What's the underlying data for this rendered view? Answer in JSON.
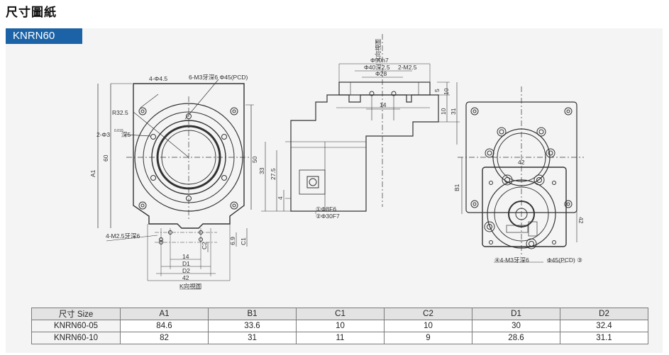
{
  "page": {
    "title": "尺寸圖紙"
  },
  "panel": {
    "model_tab": "KNRN60"
  },
  "drawing": {
    "front": {
      "hole_label": "4-Φ4.5",
      "thread_label": "6-M3牙深6 Φ45(PCD)",
      "radius_label": "R32.5",
      "pin_label": "2-Φ3",
      "pin_tol": "0.010",
      "pin_depth": "深5",
      "height_label": "60",
      "a1_label": "A1",
      "inner_label": "50",
      "bottom_thread": "4-M2.5牙深6",
      "c2_label": "C2",
      "dim_69": "6.9",
      "c1_label": "C1",
      "dim_14": "14",
      "d1_label": "D1",
      "d2_label": "D2",
      "dim_42": "42",
      "view_label": "K向視圖"
    },
    "side": {
      "view_label": "K向視圖",
      "shaft_label": "Φ50h7",
      "bore_label": "Φ40深2.5",
      "m2_label": "2-M2.5",
      "phi28": "Φ28",
      "dim_14": "14",
      "dim_5": "5",
      "dim_10a": "10",
      "dim_10b": "10",
      "dim_31": "31",
      "dim_33": "33",
      "dim_275": "27.5",
      "dim_4": "4",
      "note1": "①Φ8F6",
      "note2": "②Φ30F7"
    },
    "right": {
      "dim_42_top": "42",
      "b1_label": "B1",
      "dim_42_side": "42",
      "thread_note": "④4-M3牙深6",
      "pcd_note": "Φ45(PCD) ③"
    }
  },
  "table": {
    "headers": [
      "尺寸 Size",
      "A1",
      "B1",
      "C1",
      "C2",
      "D1",
      "D2"
    ],
    "rows": [
      [
        "KNRN60-05",
        "84.6",
        "33.6",
        "10",
        "10",
        "30",
        "32.4"
      ],
      [
        "KNRN60-10",
        "82",
        "31",
        "11",
        "9",
        "28.6",
        "31.1"
      ]
    ]
  },
  "colors": {
    "accent": "#1b63a6",
    "panel_bg": "#f4f4f4",
    "line": "#333333"
  }
}
